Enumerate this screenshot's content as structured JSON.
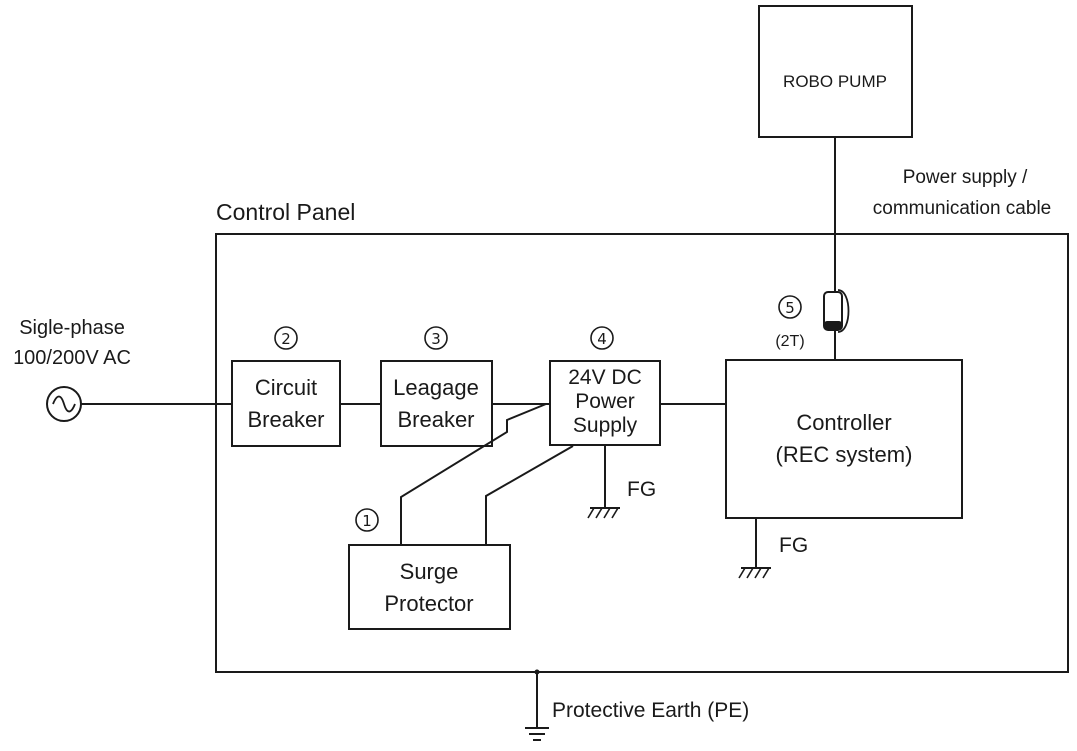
{
  "control_panel": {
    "title": "Control Panel"
  },
  "ac_source": {
    "line1": "Sigle-phase",
    "line2": "100/200V AC"
  },
  "robo_pump": {
    "label": "ROBO PUMP"
  },
  "cable": {
    "line1": "Power supply /",
    "line2": "communication cable"
  },
  "circuit_breaker": {
    "number": "2",
    "line1": "Circuit",
    "line2": "Breaker"
  },
  "leakage_breaker": {
    "number": "3",
    "line1": "Leagage",
    "line2": "Breaker"
  },
  "power_supply": {
    "number": "4",
    "line1": "24V DC",
    "line2": "Power",
    "line3": "Supply",
    "ground_label": "FG"
  },
  "surge_protector": {
    "number": "1",
    "line1": "Surge",
    "line2": "Protector"
  },
  "controller": {
    "number": "5",
    "turns": "(2T)",
    "line1": "Controller",
    "line2": "(REC system)",
    "ground_label": "FG"
  },
  "protective_earth": {
    "label": "Protective Earth (PE)"
  }
}
